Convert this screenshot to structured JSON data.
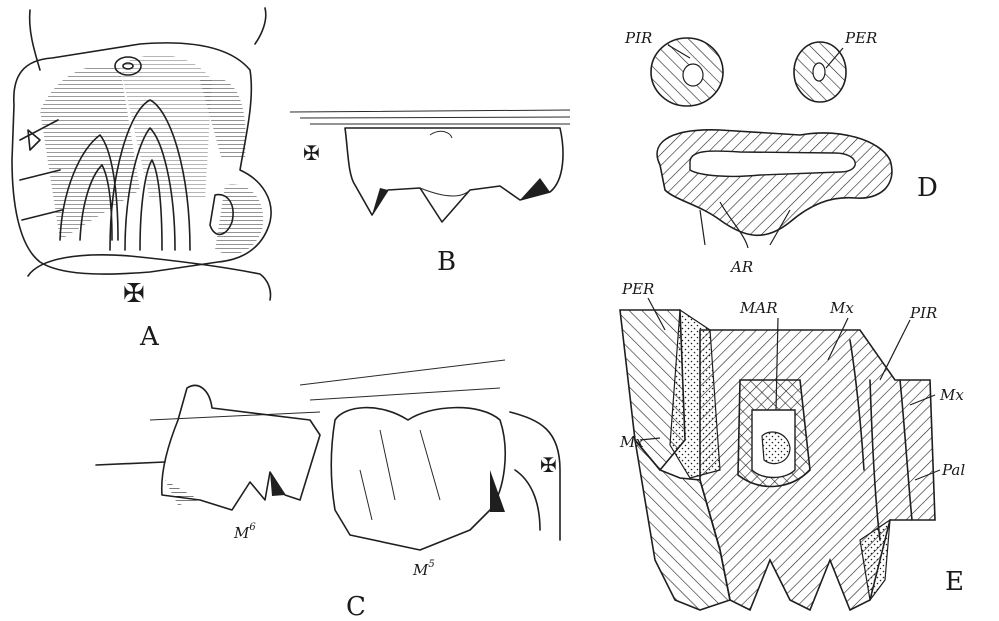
{
  "figure": {
    "panels": {
      "A": "A",
      "B": "B",
      "C": "C",
      "D": "D",
      "E": "E"
    },
    "panel_c_labels": {
      "m6_base": "M",
      "m6_sup": "6",
      "m5_base": "M",
      "m5_sup": "5"
    },
    "panel_d_labels": {
      "pir": "PIR",
      "per": "PER",
      "ar": "AR"
    },
    "panel_e_labels": {
      "per": "PER",
      "mar": "MAR",
      "mx_top": "Mx",
      "pir": "PIR",
      "mx_right": "Mx",
      "mx_left": "Mx",
      "pal": "Pal"
    },
    "orientation_mark": "✠"
  },
  "colors": {
    "ink": "#1f1f1f",
    "background": "#ffffff"
  }
}
